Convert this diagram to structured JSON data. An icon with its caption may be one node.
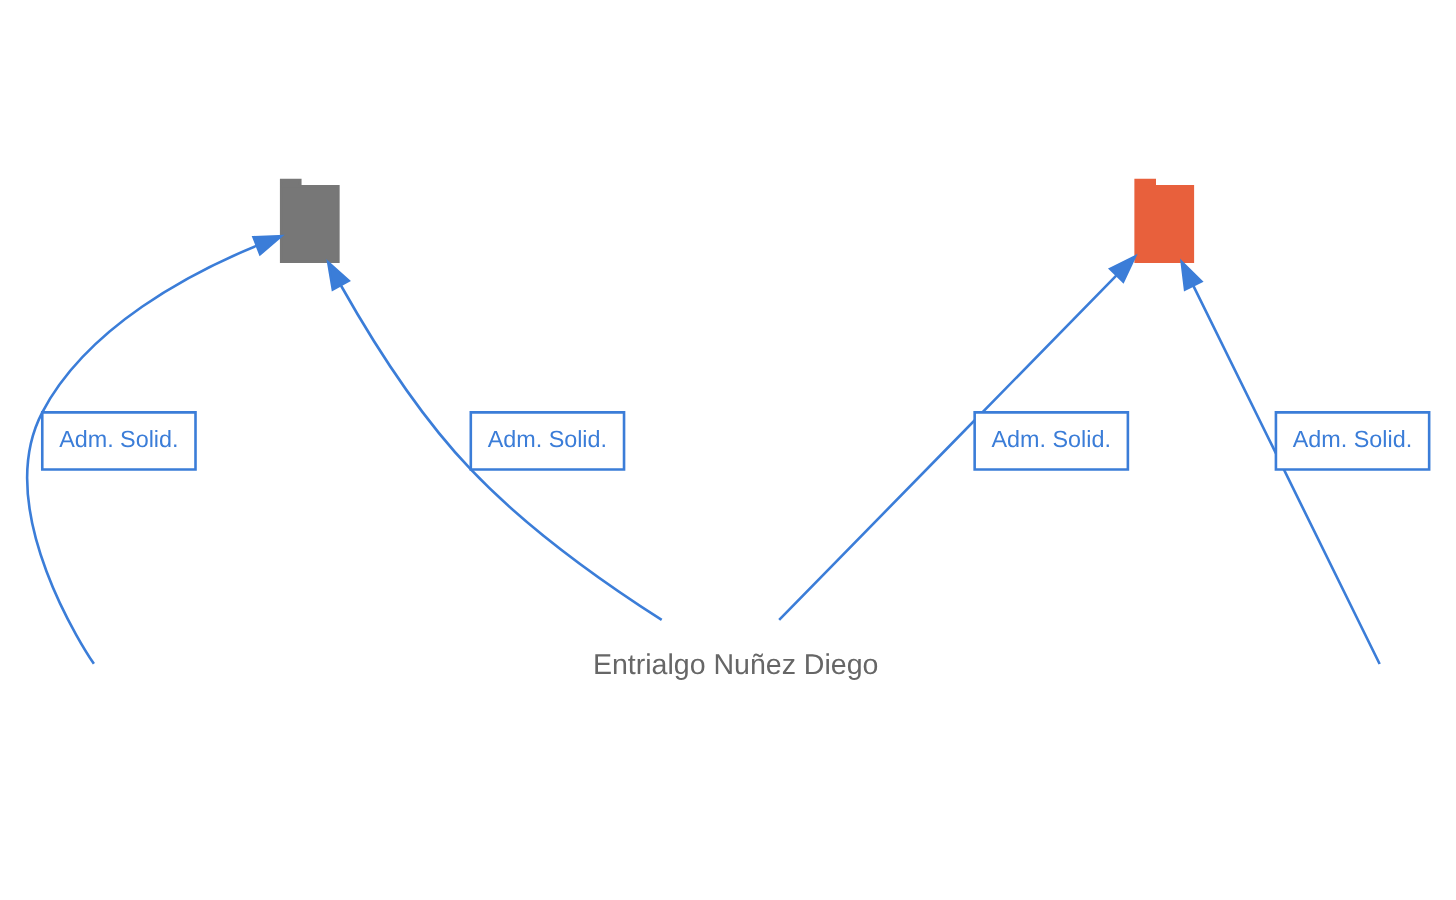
{
  "diagram": {
    "nodes": [
      {
        "text": [],
        "shape": "building"
      },
      {
        "text": [],
        "shape": "building"
      },
      {
        "text": [
          "Entrialgo Nuñez Diego"
        ]
      }
    ],
    "edges": [
      {
        "from": null,
        "to": 0,
        "arrow": "to",
        "label": "Adm. Solid."
      },
      {
        "from": 2,
        "to": 0,
        "arrow": "to",
        "label": "Adm. Solid."
      },
      {
        "from": null,
        "to": 1,
        "arrow": "to",
        "label": "Adm. Solid."
      },
      {
        "from": 2,
        "to": 1,
        "arrow": "to",
        "label": "Adm. Solid."
      }
    ]
  }
}
